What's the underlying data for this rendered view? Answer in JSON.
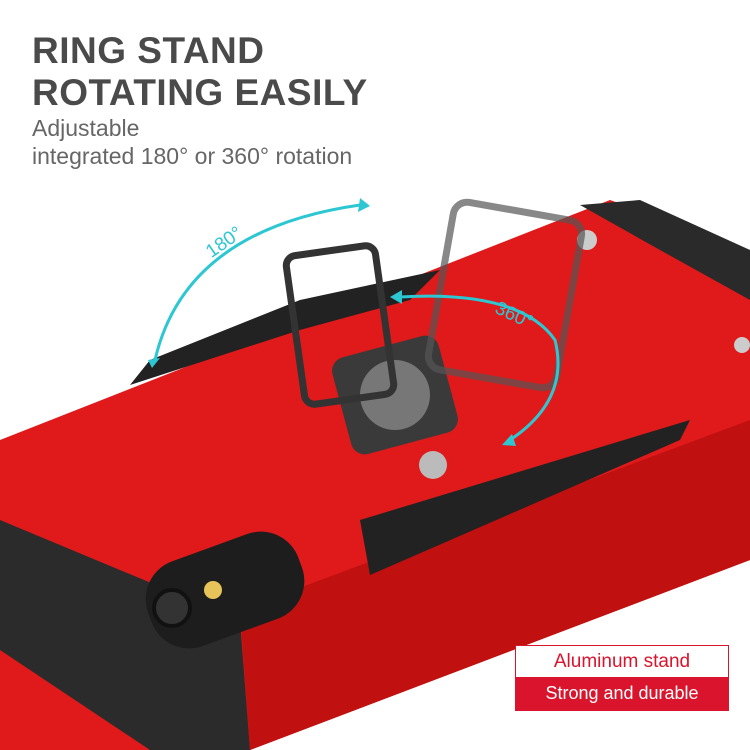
{
  "headline": {
    "line1": "RING STAND",
    "line2": "ROTATING EASILY"
  },
  "subtitle": {
    "line1": "Adjustable",
    "line2": "integrated 180° or 360° rotation"
  },
  "annotations": {
    "rotation_180": "180°",
    "rotation_360": "360°"
  },
  "feature_label": {
    "title": "Aluminum stand",
    "tagline": "Strong and durable"
  },
  "colors": {
    "accent_red": "#d9142c",
    "case_red": "#e01a1a",
    "arrow_cyan": "#2cc7d3",
    "heading_gray": "#4a4a4a"
  }
}
